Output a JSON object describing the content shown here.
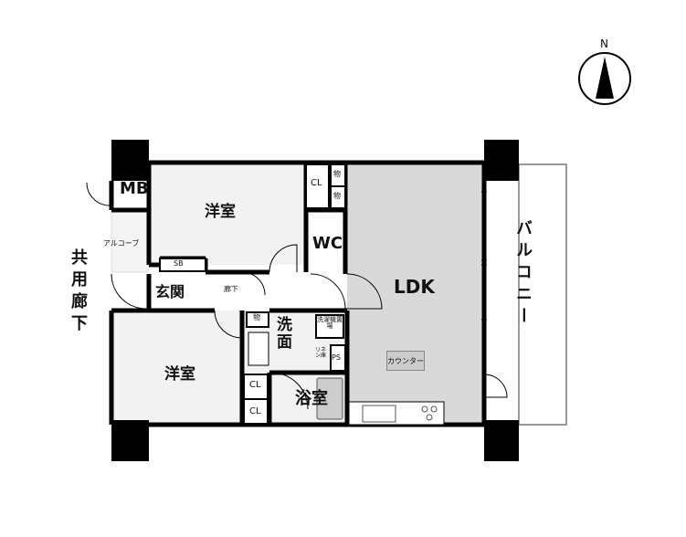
{
  "compass": {
    "north": "N"
  },
  "rooms": {
    "mb": "MB",
    "western_room_1": "洋室",
    "cl_1": "CL",
    "storage_1": "物",
    "storage_2": "物",
    "wc": "WC",
    "alcove": "アルコーブ",
    "sb": "SB",
    "entrance": "玄関",
    "hallway": "廊下",
    "ldk": "LDK",
    "balcony": "バルコニー",
    "shared_corridor": "共用廊下",
    "storage_3": "物",
    "washroom": "洗面",
    "laundry": "洗濯機置場",
    "linen": "リネン庫",
    "ps": "PS",
    "counter": "カウンター",
    "western_room_2": "洋室",
    "cl_2": "CL",
    "cl_3": "CL",
    "bathroom": "浴室"
  },
  "colors": {
    "ldk_fill": "#d9d9d9",
    "wall": "#000000",
    "room_fill": "#f2f2f2"
  }
}
